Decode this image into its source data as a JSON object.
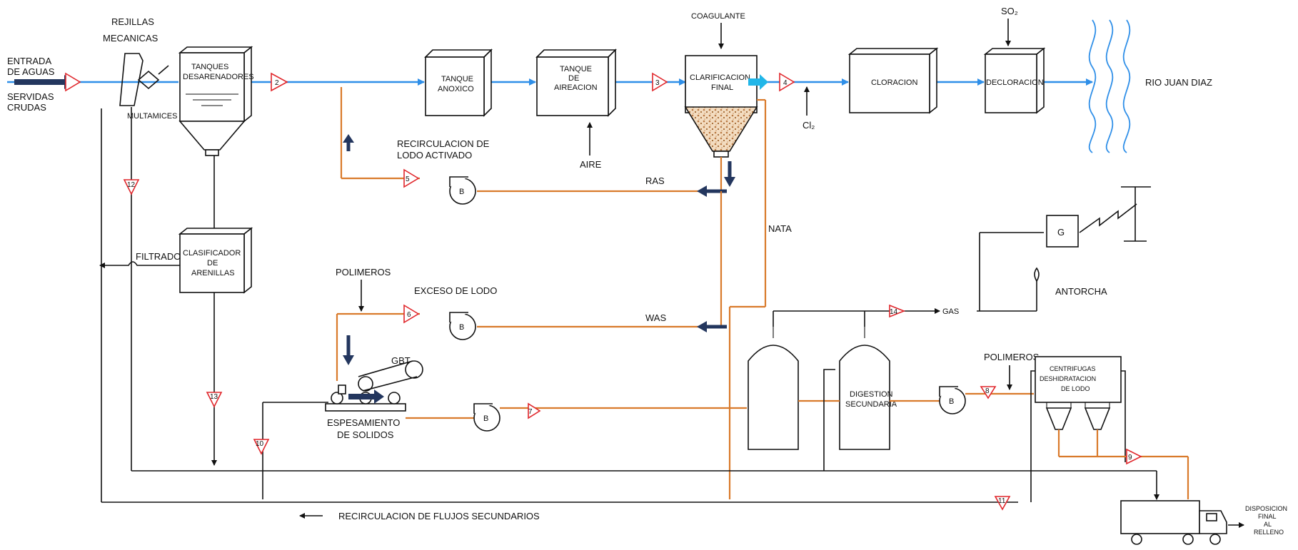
{
  "labels": {
    "entrada_1": "ENTRADA",
    "entrada_2": "DE AGUAS",
    "entrada_3": "SERVIDAS",
    "entrada_4": "CRUDAS",
    "rejillas_1": "REJILLAS",
    "rejillas_2": "MECANICAS",
    "multamices": "MULTAMICES",
    "desarenadores_1": "TANQUES",
    "desarenadores_2": "DESARENADORES",
    "anoxico_1": "TANQUE",
    "anoxico_2": "ANOXICO",
    "aireacion_1": "TANQUE",
    "aireacion_2": "DE",
    "aireacion_3": "AIREACION",
    "coagulante": "COAGULANTE",
    "clarificacion_1": "CLARIFICACION",
    "clarificacion_2": "FINAL",
    "cl2": "Cl₂",
    "cloracion": "CLORACION",
    "so2": "SO₂",
    "decloracion": "DECLORACION",
    "rio": "RIO JUAN DIAZ",
    "recirculacion_1": "RECIRCULACION DE",
    "recirculacion_2": "LODO ACTIVADO",
    "aire": "AIRE",
    "ras": "RAS",
    "nata": "NATA",
    "filtrado": "FILTRADO",
    "clasificador_1": "CLASIFICADOR",
    "clasificador_2": "DE",
    "clasificador_3": "ARENILLAS",
    "polimeros_1": "POLIMEROS",
    "exceso": "EXCESO DE LODO",
    "was": "WAS",
    "gbt": "GBT",
    "espesamiento_1": "ESPESAMIENTO",
    "espesamiento_2": "DE SOLIDOS",
    "gas": "GAS",
    "antorcha": "ANTORCHA",
    "g": "G",
    "digestion_1": "DIGESTION",
    "digestion_2": "SECUNDARIA",
    "polimeros_2": "POLIMEROS",
    "centrifugas_1": "CENTRIFUGAS",
    "centrifugas_2": "DESHIDRATACION",
    "centrifugas_3": "DE LODO",
    "disposicion_1": "DISPOSICION",
    "disposicion_2": "FINAL",
    "disposicion_3": "AL",
    "disposicion_4": "RELLENO",
    "legend": "RECIRCULACION DE FLUJOS SECUNDARIOS",
    "pump": "B"
  },
  "stream_numbers": [
    "2",
    "3",
    "4",
    "5",
    "6",
    "7",
    "8",
    "9",
    "10",
    "11",
    "12",
    "13",
    "14"
  ],
  "colors": {
    "main_flow": "#2f8fe8",
    "sludge_flow": "#d97a2b",
    "stream_marker": "#e0262b",
    "flow_arrow": "#23365e"
  }
}
